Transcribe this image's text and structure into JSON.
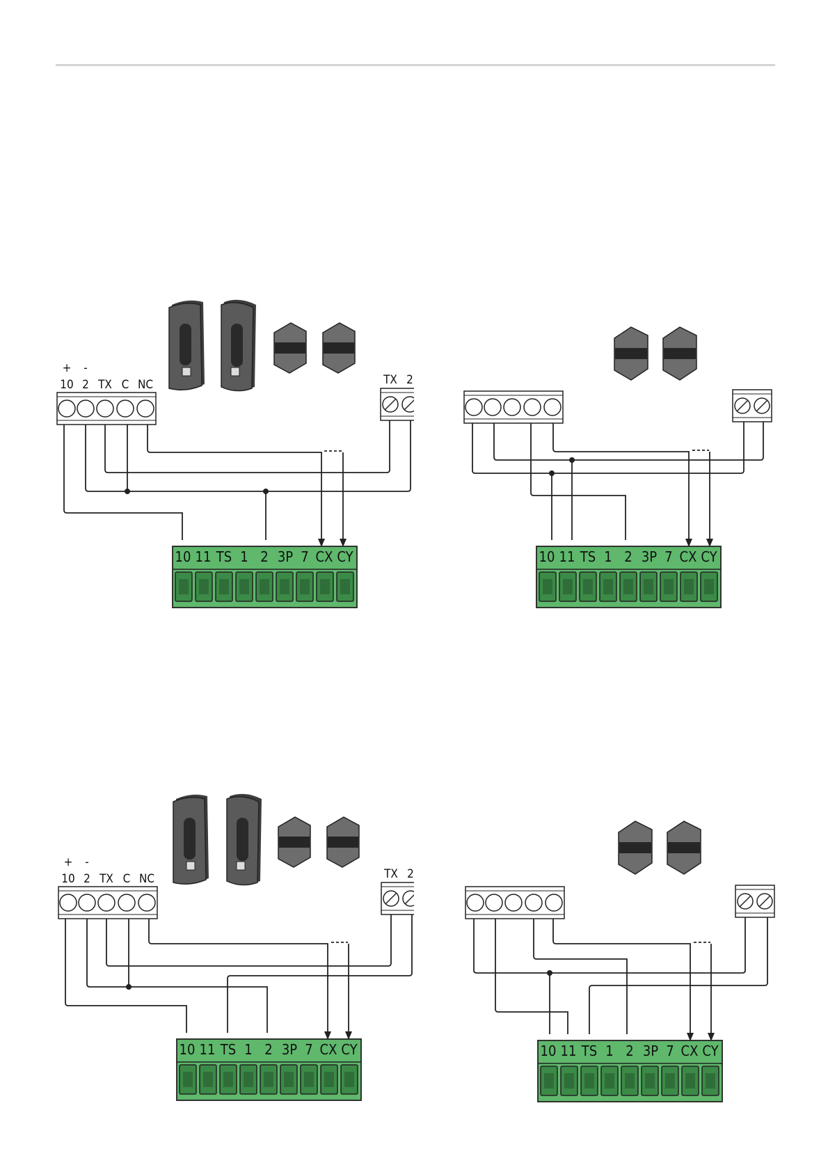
{
  "terminal_labels": {
    "photocell_rx": [
      "10",
      "2",
      "TX",
      "C",
      "NC"
    ],
    "photocell_polarity": [
      "+",
      "-"
    ],
    "photocell_tx": [
      "TX",
      "2"
    ],
    "board": [
      "10",
      "11",
      "TS",
      "1",
      "2",
      "3P",
      "7",
      "CX",
      "CY"
    ]
  },
  "colors": {
    "board_green": "#5fb86c",
    "board_dark_green": "#3b8a47",
    "wire": "#222222",
    "device_body": "#555555",
    "page_rule": "#d4d4d4"
  },
  "icons": [
    "photocell-receiver-icon",
    "photocell-transmitter-icon",
    "column-photocell-icon"
  ]
}
